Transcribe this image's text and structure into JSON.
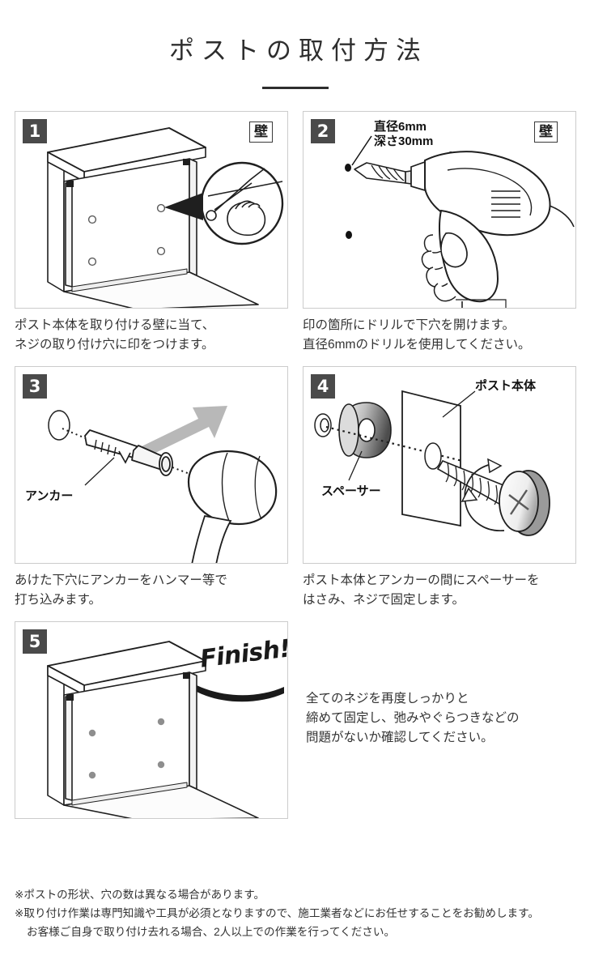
{
  "title": "ポストの取付方法",
  "steps": [
    {
      "number": "1",
      "wall_tag": "壁",
      "caption": "ポスト本体を取り付ける壁に当て、\nネジの取り付け穴に印をつけます。",
      "illustration": "mailbox-against-wall-with-magnifier"
    },
    {
      "number": "2",
      "wall_tag": "壁",
      "dim_line1": "直径6mm",
      "dim_line2": "深さ30mm",
      "caption": "印の箇所にドリルで下穴を開けます。\n直径6mmのドリルを使用してください。",
      "illustration": "power-drill-drilling-pilot-holes"
    },
    {
      "number": "3",
      "part_label": "アンカー",
      "caption": "あけた下穴にアンカーをハンマー等で\n打ち込みます。",
      "illustration": "anchor-and-hammer-with-arrow"
    },
    {
      "number": "4",
      "part_label_body": "ポスト本体",
      "part_label_spacer": "スペーサー",
      "caption": "ポスト本体とアンカーの間にスペーサーを\nはさみ、ネジで固定します。",
      "illustration": "screw-spacer-through-mailbox-plate"
    },
    {
      "number": "5",
      "finish_label": "Finish!",
      "caption": "全てのネジを再度しっかりと\n締めて固定し、弛みやぐらつきなどの\n問題がないか確認してください。",
      "illustration": "finished-mounted-mailbox"
    }
  ],
  "footnotes": [
    "※ポストの形状、穴の数は異なる場合があります。",
    "※取り付け作業は専門知識や工具が必須となりますので、施工業者などにお任せすることをお勧めします。",
    "お客様ご自身で取り付け去れる場合、2人以上での作業を行ってください。"
  ],
  "colors": {
    "badge_bg": "#4a4a4a",
    "panel_border": "#cccccc",
    "text": "#333333",
    "arrow_gray": "#b8b8b8",
    "shade_gray": "#9a9a9a"
  }
}
